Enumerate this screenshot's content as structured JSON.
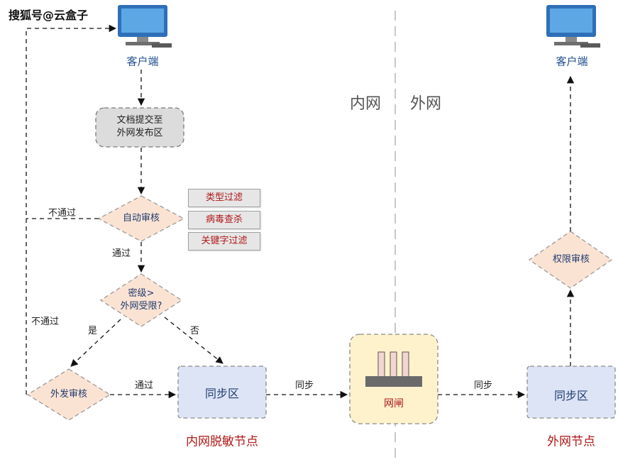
{
  "watermark": "搜狐号@云盒子",
  "zones": {
    "internal": "内网",
    "external": "外网"
  },
  "client_left": {
    "label": "客户端",
    "icon": "computer-monitor-icon"
  },
  "client_right": {
    "label": "客户端",
    "icon": "computer-monitor-icon"
  },
  "doc_submit": {
    "line1": "文档提交至",
    "line2": "外网发布区"
  },
  "auto_review": {
    "label": "自动审核"
  },
  "filters": [
    "类型过滤",
    "病毒查杀",
    "关键字过滤"
  ],
  "secret_check": {
    "line1": "密级>",
    "line2": "外网受限?"
  },
  "outbound_review": {
    "label": "外发审核"
  },
  "internal_sync": {
    "label": "同步区",
    "caption": "内网脱敏节点"
  },
  "gateway": {
    "label": "网闸",
    "icon": "gateway-icon"
  },
  "external_sync": {
    "label": "同步区",
    "caption": "外网节点"
  },
  "permission_review": {
    "label": "权限审核"
  },
  "edges": {
    "fail_auto": "不通过",
    "pass_auto": "通过",
    "fail_outbound": "不通过",
    "yes": "是",
    "no": "否",
    "pass_outbound": "通过",
    "sync_to_gateway": "同步",
    "sync_to_external": "同步"
  },
  "colors": {
    "node_blue": "#dde4f6",
    "node_peach": "#fbe3d3",
    "node_grey": "#dcdcdc",
    "gateway_bg": "#fdf2cc",
    "title_red": "#b01818",
    "label_blue": "#1f4e8c"
  }
}
